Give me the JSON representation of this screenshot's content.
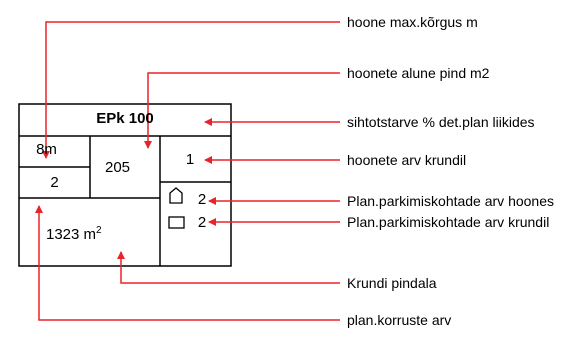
{
  "legend_box": {
    "title": "EPk 100",
    "height": "8m",
    "floors": "2",
    "footprint": "205",
    "buildings_count": "1",
    "parking_building": "2",
    "parking_plot": "2",
    "area_value": "1323 m",
    "area_unit_exp": "2"
  },
  "annotations": [
    "hoone max.kõrgus m",
    "hoonete alune pind m2",
    "sihtotstarve % det.plan liikides",
    "hoonete arv krundil",
    "Plan.parkimiskohtade arv hoones",
    "Plan.parkimiskohtade arv krundil",
    "Krundi pindala",
    "plan.korruste arv"
  ],
  "colors": {
    "arrow": "#e8242b",
    "line": "#000000"
  },
  "icons": {
    "parking_building": "house-outline-icon",
    "parking_plot": "rectangle-outline-icon"
  }
}
